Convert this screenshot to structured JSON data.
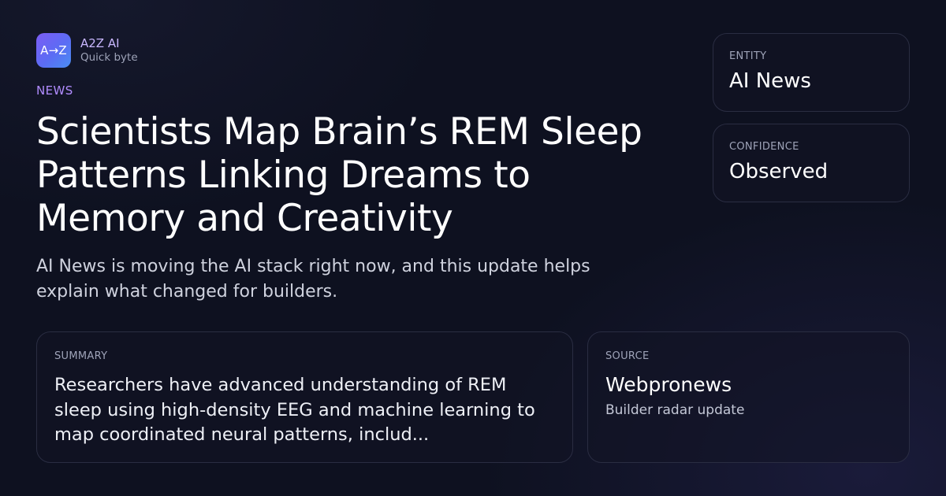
{
  "brand": {
    "logo_text": "A→Z",
    "name": "A2Z AI",
    "tagline": "Quick byte"
  },
  "article": {
    "category": "NEWS",
    "headline": "Scientists Map Brain’s REM Sleep Patterns Linking Dreams to Memory and Creativity",
    "lede": "AI News is moving the AI stack right now, and this update helps explain what changed for builders."
  },
  "entity": {
    "label": "ENTITY",
    "value": "AI News"
  },
  "confidence": {
    "label": "CONFIDENCE",
    "value": "Observed"
  },
  "summary": {
    "label": "SUMMARY",
    "text": "Researchers have advanced understanding of REM sleep using high-density EEG and machine learning to map coordinated neural patterns, includ..."
  },
  "source": {
    "label": "SOURCE",
    "name": "Webpronews",
    "subtitle": "Builder radar update"
  },
  "colors": {
    "background": "#0e1120",
    "accent_purple": "#b18cff",
    "logo_gradient_start": "#7c5cf5",
    "logo_gradient_end": "#4a8ef2"
  }
}
